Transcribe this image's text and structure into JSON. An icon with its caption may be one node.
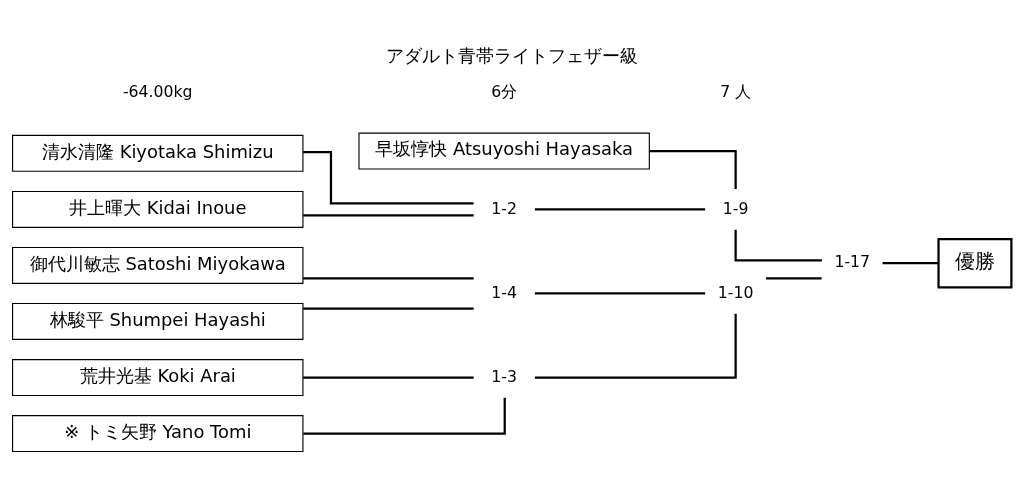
{
  "diagram": {
    "title": "アダルト青帯ライトフェザー級",
    "nodes": [
      {
        "text": [
          "早坂惇快 Atsuyoshi Hayasaka"
        ]
      },
      {
        "text": [
          "清水清隆 Kiyotaka Shimizu"
        ]
      },
      {
        "text": [
          "井上暉大 Kidai Inoue"
        ]
      },
      {
        "text": [
          "荒井光基 Koki Arai"
        ]
      },
      {
        "text": [
          "※ トミ矢野 Yano Tomi"
        ]
      },
      {
        "text": [
          "御代川敏志 Satoshi Miyokawa"
        ]
      },
      {
        "text": [
          "林駿平 Shumpei Hayashi"
        ]
      },
      {
        "text": [
          "1-2"
        ]
      },
      {
        "text": [
          "1-3"
        ]
      },
      {
        "text": [
          "1-4"
        ]
      },
      {
        "text": [
          "1-9"
        ]
      },
      {
        "text": [
          "1-10"
        ]
      },
      {
        "text": [
          "1-17"
        ]
      },
      {
        "text": [
          "優勝"
        ]
      }
    ],
    "edges": [
      {
        "from": 1,
        "to": 7,
        "arrow": "none"
      },
      {
        "from": 2,
        "to": 7,
        "arrow": "none"
      },
      {
        "from": 3,
        "to": 8,
        "arrow": "none"
      },
      {
        "from": 4,
        "to": 8,
        "arrow": "none"
      },
      {
        "from": 5,
        "to": 9,
        "arrow": "none"
      },
      {
        "from": 6,
        "to": 9,
        "arrow": "none"
      },
      {
        "from": 0,
        "to": 10,
        "arrow": "none"
      },
      {
        "from": 7,
        "to": 10,
        "arrow": "none"
      },
      {
        "from": 8,
        "to": 11,
        "arrow": "none"
      },
      {
        "from": 9,
        "to": 11,
        "arrow": "none"
      },
      {
        "from": 10,
        "to": 12,
        "arrow": "none"
      },
      {
        "from": 11,
        "to": 12,
        "arrow": "none"
      },
      {
        "from": 12,
        "to": 13,
        "arrow": "none"
      }
    ],
    "labels": [
      "-64.00kg",
      "6分",
      "7 人"
    ]
  }
}
